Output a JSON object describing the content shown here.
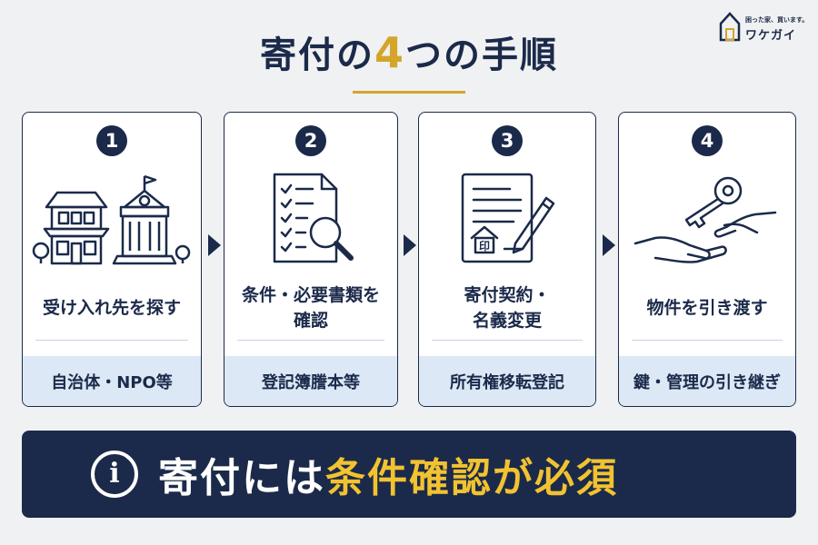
{
  "header": {
    "title_pre": "寄付の",
    "title_num": "4",
    "title_post": "つの手順"
  },
  "logo": {
    "tagline": "困った家、買います。",
    "brand": "ワケガイ",
    "icon": "house-icon"
  },
  "steps": [
    {
      "number": "1",
      "lines": [
        "受け入れ先を探す"
      ],
      "sub": "自治体・NPO等",
      "icon": "buildings-icon"
    },
    {
      "number": "2",
      "lines": [
        "条件・必要書類を",
        "確認"
      ],
      "sub": "登記簿謄本等",
      "icon": "document-magnifier-icon"
    },
    {
      "number": "3",
      "lines": [
        "寄付契約・",
        "名義変更"
      ],
      "sub": "所有権移転登記",
      "icon": "contract-pen-icon"
    },
    {
      "number": "4",
      "lines": [
        "物件を引き渡す"
      ],
      "sub": "鍵・管理の引き継ぎ",
      "icon": "key-handover-icon"
    }
  ],
  "banner": {
    "icon": "info-icon",
    "text_white": "寄付には",
    "text_yellow": "条件確認が必須"
  },
  "colors": {
    "navy": "#1b2a4a",
    "gold": "#d4a52a",
    "banner_yellow": "#f2c230",
    "sub_bg": "#dce8f5",
    "page_bg": "#f0f1f2"
  }
}
